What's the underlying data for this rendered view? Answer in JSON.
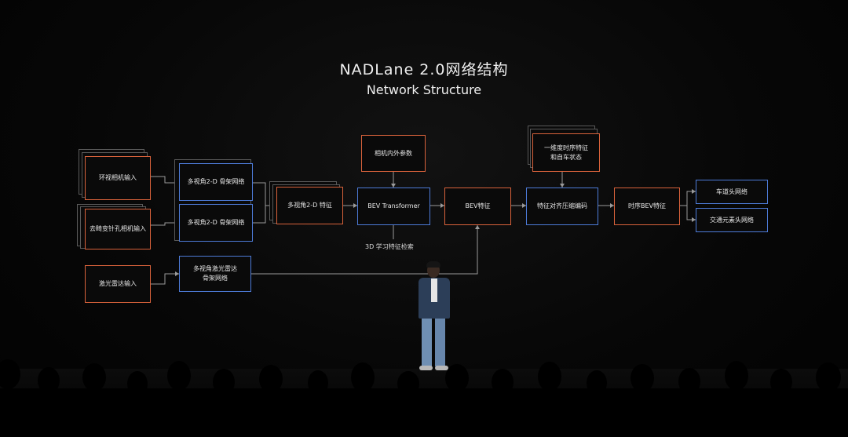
{
  "title": "NADLane 2.0网络结构",
  "subtitle": "Network Structure",
  "nodes": {
    "surround_camera_input": "环视相机输入",
    "fisheye_camera_input": "去畸变针孔相机输入",
    "lidar_input": "激光雷达输入",
    "backbone_2d_a": "多视角2-D 骨架网络",
    "backbone_2d_b": "多视角2-D 骨架网络",
    "lidar_backbone_line1": "多视角激光雷达",
    "lidar_backbone_line2": "骨架网络",
    "features_2d": "多视角2-D 特征",
    "camera_params": "相机内外参数",
    "bev_transformer": "BEV Transformer",
    "learned_feature_retrieval": "3D 学习特征检索",
    "bev_features": "BEV特征",
    "temporal_line1": "一维度时序特征",
    "temporal_line2": "和自车状态",
    "feature_align": "特征对齐压缩编码",
    "temporal_bev": "时序BEV特征",
    "lane_head": "车道头网络",
    "traffic_head": "交通元素头网络"
  },
  "colors": {
    "orange_border": "#d9623b",
    "blue_border": "#4d7bd8",
    "background": "#050505"
  }
}
